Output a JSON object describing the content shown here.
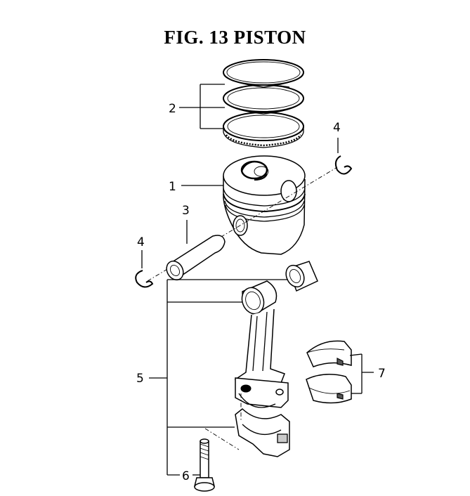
{
  "figure": {
    "title": "FIG. 13  PISTON"
  },
  "parts": [
    {
      "number": "1",
      "name": "piston"
    },
    {
      "number": "2",
      "name": "piston-rings"
    },
    {
      "number": "3",
      "name": "piston-pin"
    },
    {
      "number": "4",
      "name": "snap-ring"
    },
    {
      "number": "5",
      "name": "connecting-rod"
    },
    {
      "number": "6",
      "name": "rod-bolt"
    },
    {
      "number": "7",
      "name": "bearing-shells"
    }
  ],
  "callouts": {
    "c1": "1",
    "c2": "2",
    "c3": "3",
    "c4a": "4",
    "c4b": "4",
    "c5": "5",
    "c6": "6",
    "c7": "7"
  }
}
